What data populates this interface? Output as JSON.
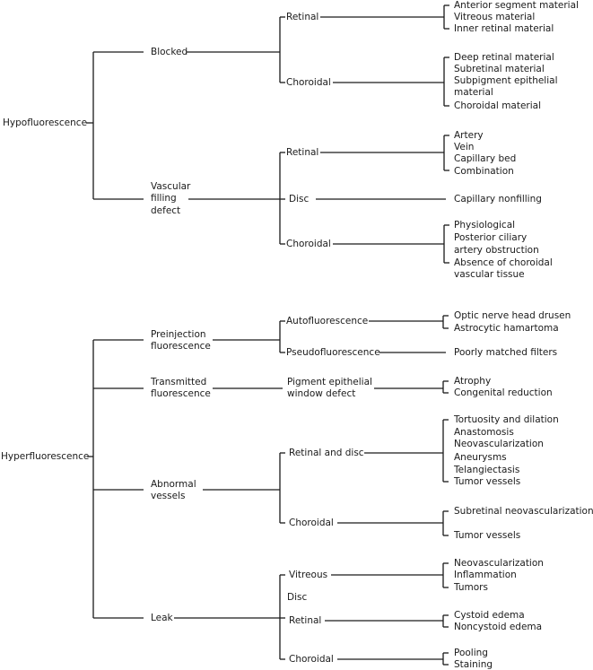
{
  "hypo": {
    "root": "Hypofluorescence",
    "blocked": {
      "label": "Blocked",
      "retinal": {
        "label": "Retinal",
        "items": [
          "Anterior segment material",
          "Vitreous material",
          "Inner retinal material"
        ]
      },
      "choroidal": {
        "label": "Choroidal",
        "items": [
          "Deep retinal material",
          "Subretinal material",
          "Subpigment epithelial",
          "material",
          "Choroidal material"
        ]
      }
    },
    "vascular": {
      "label_lines": [
        "Vascular",
        "filling",
        "defect"
      ],
      "retinal": {
        "label": "Retinal",
        "items": [
          "Artery",
          "Vein",
          "Capillary bed",
          "Combination"
        ]
      },
      "disc": {
        "label": "Disc",
        "items": [
          "Capillary nonfilling"
        ]
      },
      "choroidal": {
        "label": "Choroidal",
        "items": [
          "Physiological",
          "Posterior ciliary",
          "artery obstruction",
          "Absence of choroidal",
          "vascular tissue"
        ]
      }
    }
  },
  "hyper": {
    "root": "Hyperfluorescence",
    "preinjection": {
      "label_lines": [
        "Preinjection",
        "fluorescence"
      ],
      "auto": {
        "label": "Autofluorescence",
        "items": [
          "Optic nerve head drusen",
          "Astrocytic hamartoma"
        ]
      },
      "pseudo": {
        "label": "Pseudofluorescence",
        "items": [
          "Poorly matched filters"
        ]
      }
    },
    "transmitted": {
      "label_lines": [
        "Transmitted",
        "fluorescence"
      ],
      "window": {
        "label_lines": [
          "Pigment epithelial",
          "window defect"
        ],
        "items": [
          "Atrophy",
          "Congenital reduction"
        ]
      }
    },
    "abnormal": {
      "label_lines": [
        "Abnormal",
        "vessels"
      ],
      "retinal_disc": {
        "label": "Retinal and disc",
        "items": [
          "Tortuosity and dilation",
          "Anastomosis",
          "Neovascularization",
          "Aneurysms",
          "Telangiectasis",
          "Tumor vessels"
        ]
      },
      "choroidal": {
        "label": "Choroidal",
        "items": [
          "Subretinal neovascularization",
          "Tumor vessels"
        ]
      }
    },
    "leak": {
      "label": "Leak",
      "vitreous": {
        "label": "Vitreous",
        "items": [
          "Neovascularization",
          "Inflammation",
          "Tumors"
        ]
      },
      "disc": {
        "label": "Disc"
      },
      "retinal": {
        "label": "Retinal",
        "items": [
          "Cystoid edema",
          "Noncystoid edema"
        ]
      },
      "choroidal": {
        "label": "Choroidal",
        "items": [
          "Pooling",
          "Staining"
        ]
      }
    }
  }
}
